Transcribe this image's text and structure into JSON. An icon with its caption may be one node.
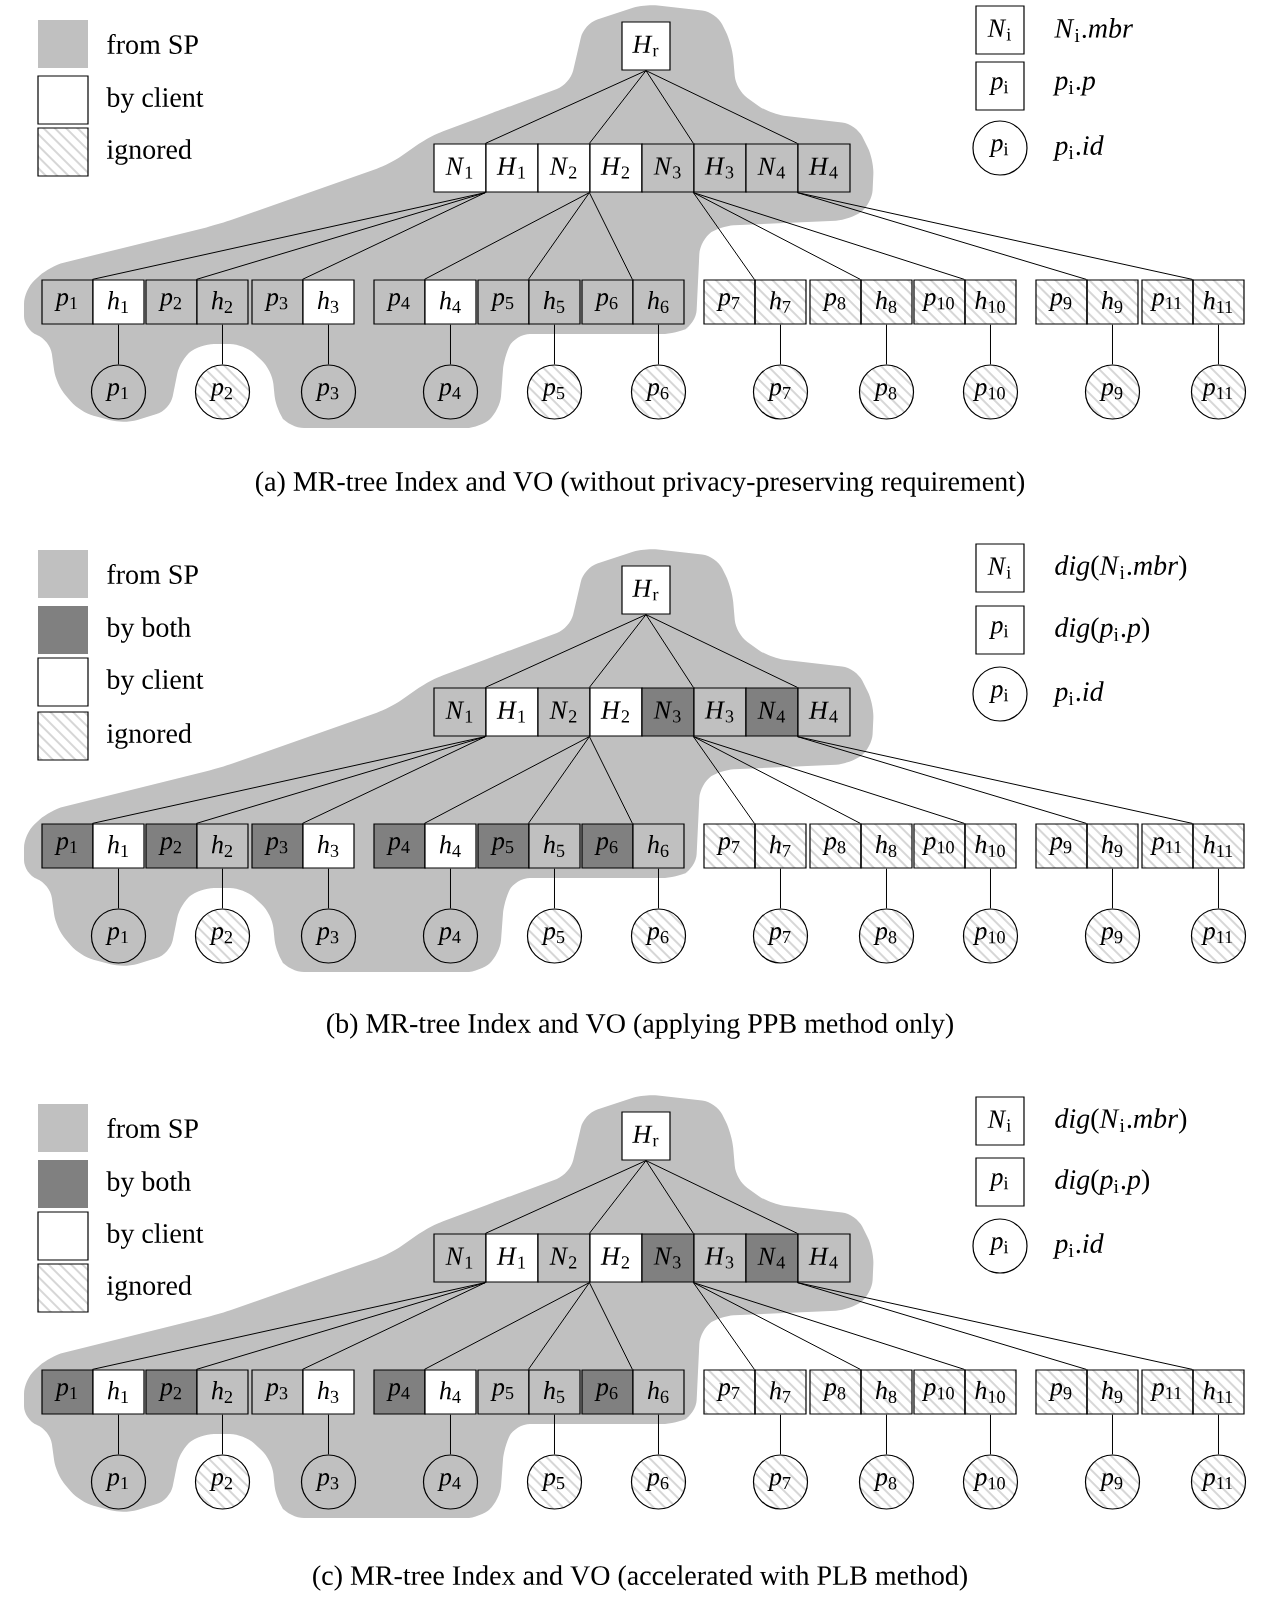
{
  "diagram": {
    "nodes": [
      {
        "text": [
          "*N*$_{i}$"
        ],
        "beside": [
          "*N*$_{i}$.*mbr*"
        ]
      },
      {
        "text": [
          "*p*$_{i}$"
        ],
        "beside": [
          "*p*$_{i}$.*p*"
        ]
      },
      {
        "text": [
          "*p*$_{i}$"
        ],
        "beside": [
          "*p*$_{i}$.*id*"
        ]
      },
      {
        "text": [
          "*H*$_{r}$"
        ]
      },
      {
        "text": [
          "*N*$_{1}$"
        ]
      },
      {
        "text": [
          "*H*$_{1}$"
        ]
      },
      {
        "text": [
          "*N*$_{2}$"
        ]
      },
      {
        "text": [
          "*H*$_{2}$"
        ]
      },
      {
        "text": [
          "*N*$_{3}$"
        ]
      },
      {
        "text": [
          "*H*$_{3}$"
        ]
      },
      {
        "text": [
          "*N*$_{4}$"
        ]
      },
      {
        "text": [
          "*H*$_{4}$"
        ]
      },
      {
        "text": [
          "*p*$_{1}$"
        ]
      },
      {
        "text": [
          "*h*$_{1}$"
        ]
      },
      {
        "text": [
          "*p*$_{2}$"
        ]
      },
      {
        "text": [
          "*h*$_{2}$"
        ]
      },
      {
        "text": [
          "*p*$_{3}$"
        ]
      },
      {
        "text": [
          "*h*$_{3}$"
        ]
      },
      {
        "text": [
          "*p*$_{4}$"
        ]
      },
      {
        "text": [
          "*h*$_{4}$"
        ]
      },
      {
        "text": [
          "*p*$_{5}$"
        ]
      },
      {
        "text": [
          "*h*$_{5}$"
        ]
      },
      {
        "text": [
          "*p*$_{6}$"
        ]
      },
      {
        "text": [
          "*h*$_{6}$"
        ]
      },
      {
        "text": [
          "*p*$_{7}$"
        ]
      },
      {
        "text": [
          "*h*$_{7}$"
        ]
      },
      {
        "text": [
          "*p*$_{8}$"
        ]
      },
      {
        "text": [
          "*h*$_{8}$"
        ]
      },
      {
        "text": [
          "*p*$_{10}$"
        ]
      },
      {
        "text": [
          "*h*$_{10}$"
        ]
      },
      {
        "text": [
          "*p*$_{9}$"
        ]
      },
      {
        "text": [
          "*h*$_{9}$"
        ]
      },
      {
        "text": [
          "*p*$_{11}$"
        ]
      },
      {
        "text": [
          "*h*$_{11}$"
        ]
      },
      {
        "text": [
          "*p*$_{1}$"
        ]
      },
      {
        "text": [
          "*p*$_{2}$"
        ]
      },
      {
        "text": [
          "*p*$_{3}$"
        ]
      },
      {
        "text": [
          "*p*$_{4}$"
        ]
      },
      {
        "text": [
          "*p*$_{5}$"
        ]
      },
      {
        "text": [
          "*p*$_{6}$"
        ]
      },
      {
        "text": [
          "*p*$_{7}$"
        ]
      },
      {
        "text": [
          "*p*$_{8}$"
        ]
      },
      {
        "text": [
          "*p*$_{10}$"
        ]
      },
      {
        "text": [
          "*p*$_{9}$"
        ]
      },
      {
        "text": [
          "*p*$_{11}$"
        ]
      },
      {
        "text": [
          "*N*$_{i}$"
        ],
        "beside": [
          "*dig*(*N*$_{i}$.*mbr*)"
        ]
      },
      {
        "text": [
          "*p*$_{i}$"
        ],
        "beside": [
          "*dig*(*p*$_{i}$.*p*)"
        ]
      },
      {
        "text": [
          "*p*$_{i}$"
        ],
        "beside": [
          "*p*$_{i}$.*id*"
        ]
      },
      {
        "text": [
          "*H*$_{r}$"
        ]
      },
      {
        "text": [
          "*N*$_{1}$"
        ]
      },
      {
        "text": [
          "*H*$_{1}$"
        ]
      },
      {
        "text": [
          "*N*$_{2}$"
        ]
      },
      {
        "text": [
          "*H*$_{2}$"
        ]
      },
      {
        "text": [
          "*N*$_{3}$"
        ]
      },
      {
        "text": [
          "*H*$_{3}$"
        ]
      },
      {
        "text": [
          "*N*$_{4}$"
        ]
      },
      {
        "text": [
          "*H*$_{4}$"
        ]
      },
      {
        "text": [
          "*p*$_{1}$"
        ]
      },
      {
        "text": [
          "*h*$_{1}$"
        ]
      },
      {
        "text": [
          "*p*$_{2}$"
        ]
      },
      {
        "text": [
          "*h*$_{2}$"
        ]
      },
      {
        "text": [
          "*p*$_{3}$"
        ]
      },
      {
        "text": [
          "*h*$_{3}$"
        ]
      },
      {
        "text": [
          "*p*$_{4}$"
        ]
      },
      {
        "text": [
          "*h*$_{4}$"
        ]
      },
      {
        "text": [
          "*p*$_{5}$"
        ]
      },
      {
        "text": [
          "*h*$_{5}$"
        ]
      },
      {
        "text": [
          "*p*$_{6}$"
        ]
      },
      {
        "text": [
          "*h*$_{6}$"
        ]
      },
      {
        "text": [
          "*p*$_{7}$"
        ]
      },
      {
        "text": [
          "*h*$_{7}$"
        ]
      },
      {
        "text": [
          "*p*$_{8}$"
        ]
      },
      {
        "text": [
          "*h*$_{8}$"
        ]
      },
      {
        "text": [
          "*p*$_{10}$"
        ]
      },
      {
        "text": [
          "*h*$_{10}$"
        ]
      },
      {
        "text": [
          "*p*$_{9}$"
        ]
      },
      {
        "text": [
          "*h*$_{9}$"
        ]
      },
      {
        "text": [
          "*p*$_{11}$"
        ]
      },
      {
        "text": [
          "*h*$_{11}$"
        ]
      },
      {
        "text": [
          "*p*$_{1}$"
        ]
      },
      {
        "text": [
          "*p*$_{2}$"
        ]
      },
      {
        "text": [
          "*p*$_{3}$"
        ]
      },
      {
        "text": [
          "*p*$_{4}$"
        ]
      },
      {
        "text": [
          "*p*$_{5}$"
        ]
      },
      {
        "text": [
          "*p*$_{6}$"
        ]
      },
      {
        "text": [
          "*p*$_{7}$"
        ]
      },
      {
        "text": [
          "*p*$_{8}$"
        ]
      },
      {
        "text": [
          "*p*$_{10}$"
        ]
      },
      {
        "text": [
          "*p*$_{9}$"
        ]
      },
      {
        "text": [
          "*p*$_{11}$"
        ]
      },
      {
        "text": [
          "*N*$_{i}$"
        ],
        "beside": [
          "*dig*(*N*$_{i}$.*mbr*)"
        ]
      },
      {
        "text": [
          "*p*$_{i}$"
        ],
        "beside": [
          "*dig*(*p*$_{i}$.*p*)"
        ]
      },
      {
        "text": [
          "*p*$_{i}$"
        ],
        "beside": [
          "*p*$_{i}$.*id*"
        ]
      },
      {
        "text": [
          "*H*$_{r}$"
        ]
      },
      {
        "text": [
          "*N*$_{1}$"
        ]
      },
      {
        "text": [
          "*H*$_{1}$"
        ]
      },
      {
        "text": [
          "*N*$_{2}$"
        ]
      },
      {
        "text": [
          "*H*$_{2}$"
        ]
      },
      {
        "text": [
          "*N*$_{3}$"
        ]
      },
      {
        "text": [
          "*H*$_{3}$"
        ]
      },
      {
        "text": [
          "*N*$_{4}$"
        ]
      },
      {
        "text": [
          "*H*$_{4}$"
        ]
      },
      {
        "text": [
          "*p*$_{1}$"
        ]
      },
      {
        "text": [
          "*h*$_{1}$"
        ]
      },
      {
        "text": [
          "*p*$_{2}$"
        ]
      },
      {
        "text": [
          "*h*$_{2}$"
        ]
      },
      {
        "text": [
          "*p*$_{3}$"
        ]
      },
      {
        "text": [
          "*h*$_{3}$"
        ]
      },
      {
        "text": [
          "*p*$_{4}$"
        ]
      },
      {
        "text": [
          "*h*$_{4}$"
        ]
      },
      {
        "text": [
          "*p*$_{5}$"
        ]
      },
      {
        "text": [
          "*h*$_{5}$"
        ]
      },
      {
        "text": [
          "*p*$_{6}$"
        ]
      },
      {
        "text": [
          "*h*$_{6}$"
        ]
      },
      {
        "text": [
          "*p*$_{7}$"
        ]
      },
      {
        "text": [
          "*h*$_{7}$"
        ]
      },
      {
        "text": [
          "*p*$_{8}$"
        ]
      },
      {
        "text": [
          "*h*$_{8}$"
        ]
      },
      {
        "text": [
          "*p*$_{10}$"
        ]
      },
      {
        "text": [
          "*h*$_{10}$"
        ]
      },
      {
        "text": [
          "*p*$_{9}$"
        ]
      },
      {
        "text": [
          "*h*$_{9}$"
        ]
      },
      {
        "text": [
          "*p*$_{11}$"
        ]
      },
      {
        "text": [
          "*h*$_{11}$"
        ]
      },
      {
        "text": [
          "*p*$_{1}$"
        ]
      },
      {
        "text": [
          "*p*$_{2}$"
        ]
      },
      {
        "text": [
          "*p*$_{3}$"
        ]
      },
      {
        "text": [
          "*p*$_{4}$"
        ]
      },
      {
        "text": [
          "*p*$_{5}$"
        ]
      },
      {
        "text": [
          "*p*$_{6}$"
        ]
      },
      {
        "text": [
          "*p*$_{7}$"
        ]
      },
      {
        "text": [
          "*p*$_{8}$"
        ]
      },
      {
        "text": [
          "*p*$_{10}$"
        ]
      },
      {
        "text": [
          "*p*$_{9}$"
        ]
      },
      {
        "text": [
          "*p*$_{11}$"
        ]
      }
    ],
    "edges": [
      {
        "from": 3,
        "to": 5,
        "arrow": "none"
      },
      {
        "from": 3,
        "to": 7,
        "arrow": "none"
      },
      {
        "from": 3,
        "to": 9,
        "arrow": "none"
      },
      {
        "from": 3,
        "to": 11,
        "arrow": "none"
      },
      {
        "from": 5,
        "to": 13,
        "arrow": "none"
      },
      {
        "from": 5,
        "to": 15,
        "arrow": "none"
      },
      {
        "from": 5,
        "to": 17,
        "arrow": "none"
      },
      {
        "from": 7,
        "to": 19,
        "arrow": "none"
      },
      {
        "from": 7,
        "to": 21,
        "arrow": "none"
      },
      {
        "from": 7,
        "to": 23,
        "arrow": "none"
      },
      {
        "from": 9,
        "to": 25,
        "arrow": "none"
      },
      {
        "from": 9,
        "to": 27,
        "arrow": "none"
      },
      {
        "from": 9,
        "to": 29,
        "arrow": "none"
      },
      {
        "from": 11,
        "to": 31,
        "arrow": "none"
      },
      {
        "from": 11,
        "to": 33,
        "arrow": "none"
      },
      {
        "from": 13,
        "to": 34,
        "arrow": "none"
      },
      {
        "from": 15,
        "to": 35,
        "arrow": "none"
      },
      {
        "from": 17,
        "to": 36,
        "arrow": "none"
      },
      {
        "from": 19,
        "to": 37,
        "arrow": "none"
      },
      {
        "from": 21,
        "to": 38,
        "arrow": "none"
      },
      {
        "from": 23,
        "to": 39,
        "arrow": "none"
      },
      {
        "from": 25,
        "to": 40,
        "arrow": "none"
      },
      {
        "from": 27,
        "to": 41,
        "arrow": "none"
      },
      {
        "from": 29,
        "to": 42,
        "arrow": "none"
      },
      {
        "from": 31,
        "to": 43,
        "arrow": "none"
      },
      {
        "from": 33,
        "to": 44,
        "arrow": "none"
      },
      {
        "from": 48,
        "to": 50,
        "arrow": "none"
      },
      {
        "from": 48,
        "to": 52,
        "arrow": "none"
      },
      {
        "from": 48,
        "to": 54,
        "arrow": "none"
      },
      {
        "from": 48,
        "to": 56,
        "arrow": "none"
      },
      {
        "from": 50,
        "to": 58,
        "arrow": "none"
      },
      {
        "from": 50,
        "to": 60,
        "arrow": "none"
      },
      {
        "from": 50,
        "to": 62,
        "arrow": "none"
      },
      {
        "from": 52,
        "to": 64,
        "arrow": "none"
      },
      {
        "from": 52,
        "to": 66,
        "arrow": "none"
      },
      {
        "from": 52,
        "to": 68,
        "arrow": "none"
      },
      {
        "from": 54,
        "to": 70,
        "arrow": "none"
      },
      {
        "from": 54,
        "to": 72,
        "arrow": "none"
      },
      {
        "from": 54,
        "to": 74,
        "arrow": "none"
      },
      {
        "from": 56,
        "to": 76,
        "arrow": "none"
      },
      {
        "from": 56,
        "to": 78,
        "arrow": "none"
      },
      {
        "from": 58,
        "to": 79,
        "arrow": "none"
      },
      {
        "from": 60,
        "to": 80,
        "arrow": "none"
      },
      {
        "from": 62,
        "to": 81,
        "arrow": "none"
      },
      {
        "from": 64,
        "to": 82,
        "arrow": "none"
      },
      {
        "from": 66,
        "to": 83,
        "arrow": "none"
      },
      {
        "from": 68,
        "to": 84,
        "arrow": "none"
      },
      {
        "from": 70,
        "to": 85,
        "arrow": "none"
      },
      {
        "from": 72,
        "to": 86,
        "arrow": "none"
      },
      {
        "from": 74,
        "to": 87,
        "arrow": "none"
      },
      {
        "from": 76,
        "to": 88,
        "arrow": "none"
      },
      {
        "from": 78,
        "to": 89,
        "arrow": "none"
      },
      {
        "from": 93,
        "to": 95,
        "arrow": "none"
      },
      {
        "from": 93,
        "to": 97,
        "arrow": "none"
      },
      {
        "from": 93,
        "to": 99,
        "arrow": "none"
      },
      {
        "from": 93,
        "to": 101,
        "arrow": "none"
      },
      {
        "from": 95,
        "to": 103,
        "arrow": "none"
      },
      {
        "from": 95,
        "to": 105,
        "arrow": "none"
      },
      {
        "from": 95,
        "to": 107,
        "arrow": "none"
      },
      {
        "from": 97,
        "to": 109,
        "arrow": "none"
      },
      {
        "from": 97,
        "to": 111,
        "arrow": "none"
      },
      {
        "from": 97,
        "to": 113,
        "arrow": "none"
      },
      {
        "from": 99,
        "to": 115,
        "arrow": "none"
      },
      {
        "from": 99,
        "to": 117,
        "arrow": "none"
      },
      {
        "from": 99,
        "to": 119,
        "arrow": "none"
      },
      {
        "from": 101,
        "to": 121,
        "arrow": "none"
      },
      {
        "from": 101,
        "to": 123,
        "arrow": "none"
      },
      {
        "from": 103,
        "to": 124,
        "arrow": "none"
      },
      {
        "from": 105,
        "to": 125,
        "arrow": "none"
      },
      {
        "from": 107,
        "to": 126,
        "arrow": "none"
      },
      {
        "from": 109,
        "to": 127,
        "arrow": "none"
      },
      {
        "from": 111,
        "to": 128,
        "arrow": "none"
      },
      {
        "from": 113,
        "to": 129,
        "arrow": "none"
      },
      {
        "from": 115,
        "to": 130,
        "arrow": "none"
      },
      {
        "from": 117,
        "to": 131,
        "arrow": "none"
      },
      {
        "from": 119,
        "to": 132,
        "arrow": "none"
      },
      {
        "from": 121,
        "to": 133,
        "arrow": "none"
      },
      {
        "from": 123,
        "to": 134,
        "arrow": "none"
      }
    ],
    "labels": [
      "(a) MR-tree Index and VO (without privacy-preserving requirement)",
      "(b) MR-tree Index and VO (applying PPB method only)",
      "(c) MR-tree Index and VO (accelerated with PLB method)"
    ],
    "legend": [
      {
        "text": "from SP",
        "color": "#c0c0c0"
      },
      {
        "text": "by client"
      },
      {
        "text": "ignored"
      },
      {
        "text": "from SP",
        "color": "#c0c0c0"
      },
      {
        "text": "by both",
        "color": "#808080"
      },
      {
        "text": "by client"
      },
      {
        "text": "ignored"
      },
      {
        "text": "from SP",
        "color": "#c0c0c0"
      },
      {
        "text": "by both",
        "color": "#808080"
      },
      {
        "text": "by client"
      },
      {
        "text": "ignored"
      }
    ]
  }
}
